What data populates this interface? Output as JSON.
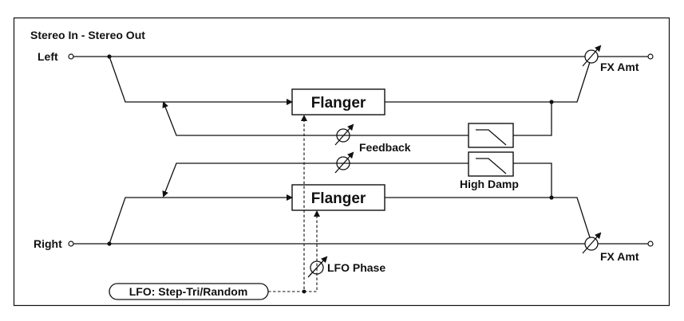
{
  "title": "Stereo In - Stereo Out",
  "inputs": {
    "left": "Left",
    "right": "Right"
  },
  "blocks": {
    "flanger_top": "Flanger",
    "flanger_bottom": "Flanger"
  },
  "controls": {
    "fx_amt_top": "FX Amt",
    "fx_amt_bottom": "FX Amt",
    "feedback": "Feedback",
    "high_damp": "High Damp",
    "lfo_phase": "LFO Phase",
    "lfo": "LFO: Step-Tri/Random"
  },
  "icons": [
    "variable-knob-icon",
    "highcut-filter-icon",
    "input-terminal-icon",
    "output-terminal-icon",
    "junction-dot-icon"
  ]
}
